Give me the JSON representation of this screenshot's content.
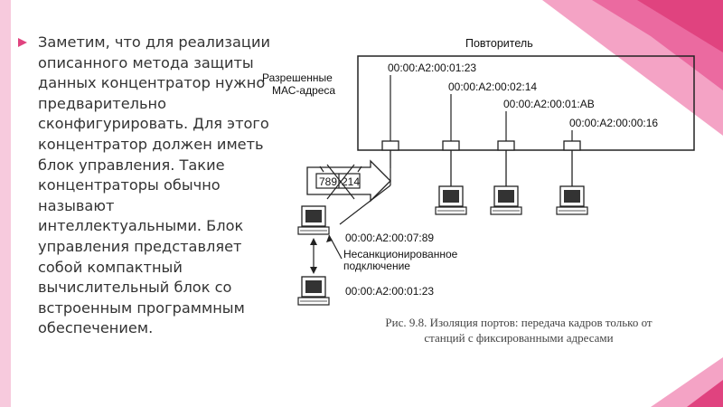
{
  "slide": {
    "bullet_text": "Заметим, что для реализации описанного метода защиты данных концентратор нужно предварительно сконфигурировать. Для этого концентратор должен иметь блок управления. Такие концентраторы обычно называют интеллектуальными. Блок управления представляет собой компактный вычислительный блок со встроенным программным обеспечением.",
    "colors": {
      "accent": "#e0437f",
      "pink_light": "#f4a3c5",
      "pink_mid": "#eb6aa0",
      "text": "#333333",
      "diagram": "#222222"
    }
  },
  "diagram": {
    "repeater_label": "Повторитель",
    "allowed_label_line1": "Разрешенные",
    "allowed_label_line2": "МАС-адреса",
    "allowed_addresses": [
      "00:00:A2:00:01:23",
      "00:00:A2:00:02:14",
      "00:00:A2:00:01:AB",
      "00:00:A2:00:00:16"
    ],
    "frame_left": "789",
    "frame_right": "214",
    "intruder_address": "00:00:A2:00:07:89",
    "unauthorized_line1": "Несанкционированное",
    "unauthorized_line2": "подключение",
    "legit_address": "00:00:A2:00:01:23",
    "caption": "Рис. 9.8. Изоляция портов: передача кадров только от\nстанций с фиксированными адресами"
  }
}
